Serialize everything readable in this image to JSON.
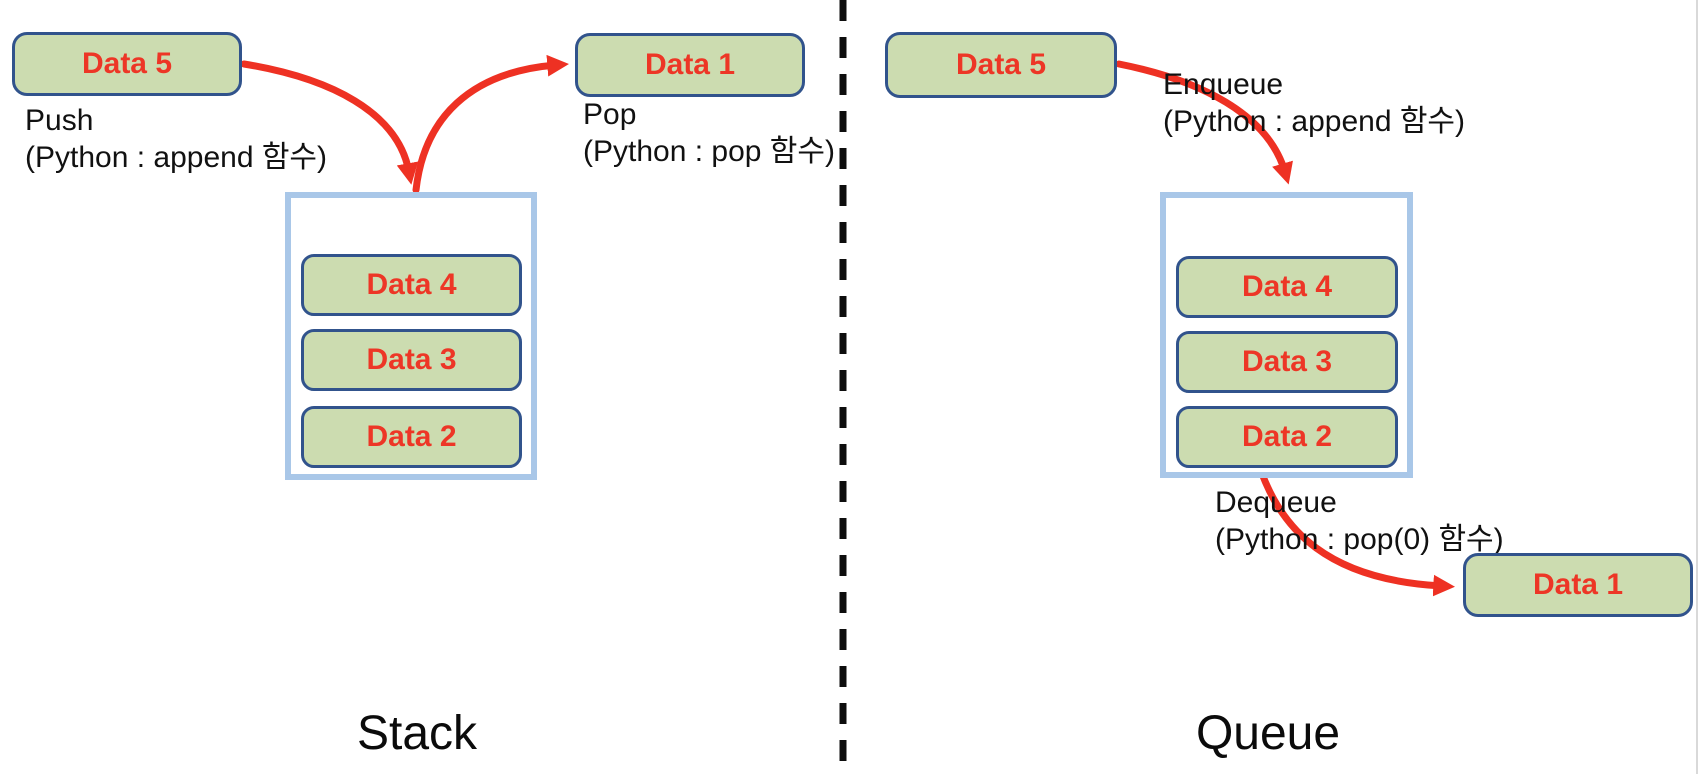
{
  "diagram": {
    "description_colors": {
      "box_fill_green": "#ccdcb0",
      "box_border_navy": "#31538c",
      "box_text_red": "#ed3626",
      "arrow_red": "#ee3123",
      "container_border_blue": "#a9c7e8",
      "divider_black": "#0d0d0d"
    },
    "stack": {
      "title": "Stack",
      "incoming_box_label": "Data 5",
      "outgoing_box_label": "Data 1",
      "push_label_line1": "Push",
      "push_label_line2": "(Python : append 함수)",
      "pop_label_line1": "Pop",
      "pop_label_line2": "(Python : pop 함수)",
      "items": [
        "Data 4",
        "Data 3",
        "Data 2"
      ]
    },
    "queue": {
      "title": "Queue",
      "incoming_box_label": "Data 5",
      "outgoing_box_label": "Data 1",
      "enqueue_label_line1": "Enqueue",
      "enqueue_label_line2": "(Python : append 함수)",
      "dequeue_label_line1": "Dequeue",
      "dequeue_label_line2": "(Python : pop(0) 함수)",
      "items": [
        "Data 4",
        "Data 3",
        "Data 2"
      ]
    }
  }
}
